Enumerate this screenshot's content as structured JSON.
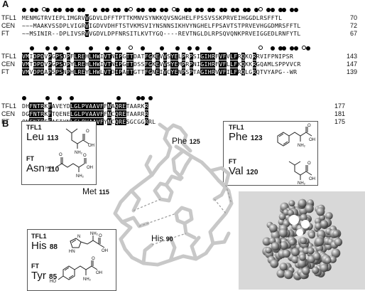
{
  "panel_a": {
    "letter": "A",
    "blocks": [
      {
        "rows": [
          {
            "name": "TFL1",
            "seq": "MENMGTRVIEPLIMGRVVGDVLDFFTPTTKMNVSYNKKQVSNGHELFPSSVSSKPRVEIHGGDLRSFFTL",
            "end": "70"
          },
          {
            "name": "CEN",
            "seq": "~~~MAAKVSSDPLVIGRVIGDVVDHFTSTVKMSVIYNSNNSIKHVYNGHELFPSAVTSTPRVEVHGGDMRSFFTL",
            "end": "72"
          },
          {
            "name": "FT",
            "seq": "~~MSINIR--DPLIVSRVVGDVLDPFNRSITLKVTYGQ----REVTNGLDLRPSQVQNKPRVEIGGEDLRNFYTL",
            "end": "67"
          }
        ]
      },
      {
        "rows": [
          {
            "name": "TFL1",
            "seq": "VMIDPDVPGPSDPFLREHLHWIVTNIPGTTDATFGKEVVSYELPRPSIGIHRFVFVLFRQKQRRVIFPNIPSR",
            "end": "143"
          },
          {
            "name": "CEN",
            "seq": "VMTDPDVPGPSDPYLREHLHWIVTNIPGTTDSSFGKEVVSYEMPRPNIGIHRFVFLLFKQKKRGQAMLSPPVVCR",
            "end": "147"
          },
          {
            "name": "FT",
            "seq": "VMVDPDAPSPSNPHLREYLHWLVTDIPATTGTTFGNEIVCYENPSPTAGIHRVVFILFRQLGRQTVYAPG--WR",
            "end": "139"
          }
        ]
      },
      {
        "rows": [
          {
            "name": "TFL1",
            "seq": "DHFNTRKFAVEYDLGLPVAAVFFNAQRETAARKR",
            "end": "177"
          },
          {
            "name": "CEN",
            "seq": "DGFNTRKFTQENELGLPVAAVFFNCQRETAARRR",
            "end": "181"
          },
          {
            "name": "FT",
            "seq": "QNFNTREFAEIYNLGLPVAAVFYNCQRESGCGGRRL",
            "end": "175"
          }
        ]
      }
    ]
  },
  "panel_b": {
    "letter": "B",
    "boxes": [
      {
        "top_protein": "TFL1",
        "top_res": "Leu",
        "top_num": "113",
        "bottom_protein": "FT",
        "bottom_res": "Asn",
        "bottom_num": "110"
      },
      {
        "top_protein": "TFL1",
        "top_res": "Phe",
        "top_num": "123",
        "bottom_protein": "FT",
        "bottom_res": "Val",
        "bottom_num": "120"
      },
      {
        "top_protein": "TFL1",
        "top_res": "His",
        "top_num": "88",
        "bottom_protein": "FT",
        "bottom_res": "Tyr",
        "bottom_num": "85"
      }
    ],
    "structure_labels": {
      "phe": {
        "name": "Phe",
        "num": "125"
      },
      "met": {
        "name": "Met",
        "num": "115"
      },
      "his": {
        "name": "His",
        "num": "90"
      }
    },
    "chem_labels": {
      "oh": "OH",
      "o": "O",
      "nh2": "NH₂",
      "h2n": "H₂N",
      "n": "N",
      "hn": "HN",
      "ho": "HO"
    }
  }
}
